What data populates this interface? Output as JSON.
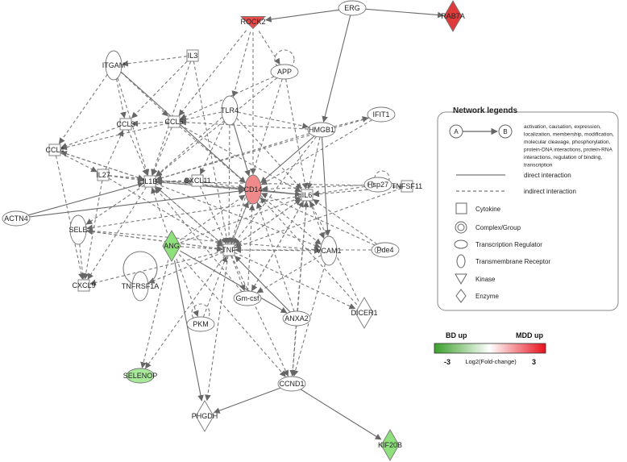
{
  "network": {
    "nodes": {
      "ERG": {
        "label": "ERG",
        "shape": "ellipse",
        "color": "#ffffff"
      },
      "ROCK2": {
        "label": "ROCK2",
        "shape": "triangle",
        "color": "#e84b4b"
      },
      "RAB7A": {
        "label": "RAB7A",
        "shape": "diamond",
        "color": "#e03a3a"
      },
      "ITGAM": {
        "label": "ITGAM",
        "shape": "vellipse",
        "color": "#ffffff"
      },
      "IL3": {
        "label": "IL3",
        "shape": "square",
        "color": "#ffffff"
      },
      "APP": {
        "label": "APP",
        "shape": "ellipse",
        "color": "#ffffff"
      },
      "CCL3": {
        "label": "CCL3",
        "shape": "square",
        "color": "#ffffff"
      },
      "CCL5": {
        "label": "CCL5",
        "shape": "square",
        "color": "#ffffff"
      },
      "TLR4": {
        "label": "TLR4",
        "shape": "vellipse",
        "color": "#ffffff"
      },
      "HMGB1": {
        "label": "HMGB1",
        "shape": "ellipse",
        "color": "#ffffff"
      },
      "IFIT1": {
        "label": "IFIT1",
        "shape": "ellipse",
        "color": "#ffffff"
      },
      "CCL4": {
        "label": "CCL4",
        "shape": "square",
        "color": "#ffffff"
      },
      "IL27": {
        "label": "IL27",
        "shape": "square",
        "color": "#ffffff"
      },
      "IL1B": {
        "label": "IL1B",
        "shape": "square",
        "color": "#ffffff"
      },
      "CXCL11": {
        "label": "CXCL11",
        "shape": "square",
        "color": "#ffffff"
      },
      "CD14": {
        "label": "CD14",
        "shape": "vellipse",
        "color": "#f08a8a"
      },
      "IL6": {
        "label": "IL6",
        "shape": "square",
        "color": "#ffffff"
      },
      "Hsp27": {
        "label": "Hsp27",
        "shape": "ellipse",
        "color": "#ffffff"
      },
      "TNFSF11": {
        "label": "TNFSF11",
        "shape": "square",
        "color": "#ffffff"
      },
      "ACTN4": {
        "label": "ACTN4",
        "shape": "ellipse",
        "color": "#ffffff"
      },
      "SELE": {
        "label": "SELE",
        "shape": "vellipse",
        "color": "#ffffff"
      },
      "ANG": {
        "label": "ANG",
        "shape": "diamond",
        "color": "#8ee07a"
      },
      "TNF": {
        "label": "TNF",
        "shape": "square",
        "color": "#ffffff"
      },
      "VCAM1": {
        "label": "VCAM1",
        "shape": "vellipse",
        "color": "#ffffff"
      },
      "Pde4": {
        "label": "Pde4",
        "shape": "ellipse",
        "color": "#ffffff"
      },
      "CXCL9": {
        "label": "CXCL9",
        "shape": "square",
        "color": "#ffffff"
      },
      "TNFRSF1A": {
        "label": "TNFRSF1A",
        "shape": "vellipse",
        "color": "#ffffff"
      },
      "Gm-csf": {
        "label": "Gm-csf",
        "shape": "ellipse",
        "color": "#ffffff"
      },
      "PKM": {
        "label": "PKM",
        "shape": "ellipse",
        "color": "#ffffff"
      },
      "ANXA2": {
        "label": "ANXA2",
        "shape": "ellipse",
        "color": "#ffffff"
      },
      "DICER1": {
        "label": "DICER1",
        "shape": "diamond",
        "color": "#ffffff"
      },
      "SELENOP": {
        "label": "SELENOP",
        "shape": "ellipse",
        "color": "#a8e89a"
      },
      "PHGDH": {
        "label": "PHGDH",
        "shape": "diamond",
        "color": "#ffffff"
      },
      "CCND1": {
        "label": "CCND1",
        "shape": "ellipse",
        "color": "#ffffff"
      },
      "KIF20B": {
        "label": "KIF20B",
        "shape": "diamond",
        "color": "#8ee07a"
      }
    },
    "edges": [
      {
        "from": "ERG",
        "to": "ROCK2",
        "type": "direct"
      },
      {
        "from": "ERG",
        "to": "RAB7A",
        "type": "direct"
      },
      {
        "from": "ERG",
        "to": "HMGB1",
        "type": "direct"
      },
      {
        "from": "ROCK2",
        "to": "APP",
        "type": "indirect"
      },
      {
        "from": "ROCK2",
        "to": "CCL5",
        "type": "indirect"
      },
      {
        "from": "ROCK2",
        "to": "TLR4",
        "type": "indirect"
      },
      {
        "from": "ROCK2",
        "to": "CD14",
        "type": "indirect"
      },
      {
        "from": "IL3",
        "to": "ITGAM",
        "type": "indirect"
      },
      {
        "from": "IL3",
        "to": "IL1B",
        "type": "indirect"
      },
      {
        "from": "IL3",
        "to": "TNF",
        "type": "indirect"
      },
      {
        "from": "IL3",
        "to": "CCL3",
        "type": "indirect"
      },
      {
        "from": "ITGAM",
        "to": "CCL4",
        "type": "indirect"
      },
      {
        "from": "ITGAM",
        "to": "CCL3",
        "type": "indirect"
      },
      {
        "from": "ITGAM",
        "to": "IL1B",
        "type": "indirect"
      },
      {
        "from": "ITGAM",
        "to": "CCL5",
        "type": "indirect"
      },
      {
        "from": "ITGAM",
        "to": "CD14",
        "type": "direct"
      },
      {
        "from": "APP",
        "to": "IL1B",
        "type": "indirect"
      },
      {
        "from": "APP",
        "to": "TNF",
        "type": "indirect"
      },
      {
        "from": "APP",
        "to": "CCL5",
        "type": "indirect"
      },
      {
        "from": "APP",
        "to": "IL6",
        "type": "indirect"
      },
      {
        "from": "TLR4",
        "to": "CCL5",
        "type": "indirect"
      },
      {
        "from": "TLR4",
        "to": "CD14",
        "type": "direct"
      },
      {
        "from": "TLR4",
        "to": "IL6",
        "type": "indirect"
      },
      {
        "from": "TLR4",
        "to": "IL1B",
        "type": "indirect"
      },
      {
        "from": "TLR4",
        "to": "TNF",
        "type": "indirect"
      },
      {
        "from": "TLR4",
        "to": "CXCL11",
        "type": "indirect"
      },
      {
        "from": "TLR4",
        "to": "HMGB1",
        "type": "indirect"
      },
      {
        "from": "HMGB1",
        "to": "CCL5",
        "type": "indirect"
      },
      {
        "from": "HMGB1",
        "to": "IL6",
        "type": "indirect"
      },
      {
        "from": "HMGB1",
        "to": "TNF",
        "type": "indirect"
      },
      {
        "from": "HMGB1",
        "to": "VCAM1",
        "type": "direct"
      },
      {
        "from": "HMGB1",
        "to": "CD14",
        "type": "direct"
      },
      {
        "from": "HMGB1",
        "to": "IL1B",
        "type": "indirect"
      },
      {
        "from": "HMGB1",
        "to": "IFIT1",
        "type": "indirect"
      },
      {
        "from": "IFIT1",
        "to": "IL1B",
        "type": "indirect"
      },
      {
        "from": "IFIT1",
        "to": "CD14",
        "type": "indirect"
      },
      {
        "from": "CCL3",
        "to": "CCL4",
        "type": "indirect"
      },
      {
        "from": "CCL3",
        "to": "IL1B",
        "type": "indirect"
      },
      {
        "from": "CCL5",
        "to": "CCL4",
        "type": "indirect"
      },
      {
        "from": "CCL5",
        "to": "CCL3",
        "type": "indirect"
      },
      {
        "from": "CCL5",
        "to": "IL1B",
        "type": "indirect"
      },
      {
        "from": "CCL5",
        "to": "CD14",
        "type": "indirect"
      },
      {
        "from": "CCL5",
        "to": "IL6",
        "type": "indirect"
      },
      {
        "from": "CCL4",
        "to": "IL27",
        "type": "indirect"
      },
      {
        "from": "CCL4",
        "to": "CXCL9",
        "type": "indirect"
      },
      {
        "from": "IL27",
        "to": "IL1B",
        "type": "indirect"
      },
      {
        "from": "IL27",
        "to": "TNF",
        "type": "indirect"
      },
      {
        "from": "IL27",
        "to": "CXCL9",
        "type": "indirect"
      },
      {
        "from": "IL27",
        "to": "CD14",
        "type": "indirect"
      },
      {
        "from": "IL27",
        "to": "IL6",
        "type": "indirect"
      },
      {
        "from": "IL27",
        "to": "CCL3",
        "type": "indirect"
      },
      {
        "from": "IL1B",
        "to": "CD14",
        "type": "indirect"
      },
      {
        "from": "IL1B",
        "to": "IL6",
        "type": "indirect"
      },
      {
        "from": "IL1B",
        "to": "TNF",
        "type": "indirect"
      },
      {
        "from": "IL1B",
        "to": "SELE",
        "type": "indirect"
      },
      {
        "from": "IL1B",
        "to": "CXCL9",
        "type": "indirect"
      },
      {
        "from": "IL1B",
        "to": "VCAM1",
        "type": "indirect"
      },
      {
        "from": "IL1B",
        "to": "CXCL11",
        "type": "indirect"
      },
      {
        "from": "IL1B",
        "to": "CCL4",
        "type": "indirect"
      },
      {
        "from": "CXCL11",
        "to": "CD14",
        "type": "indirect"
      },
      {
        "from": "CXCL11",
        "to": "TNF",
        "type": "indirect"
      },
      {
        "from": "CD14",
        "to": "IL6",
        "type": "direct"
      },
      {
        "from": "CD14",
        "to": "TNF",
        "type": "indirect"
      },
      {
        "from": "CD14",
        "to": "VCAM1",
        "type": "indirect"
      },
      {
        "from": "Hsp27",
        "to": "IL6",
        "type": "indirect"
      },
      {
        "from": "Hsp27",
        "to": "CD14",
        "type": "indirect"
      },
      {
        "from": "TNFSF11",
        "to": "IL6",
        "type": "indirect"
      },
      {
        "from": "TNFSF11",
        "to": "IL1B",
        "type": "indirect"
      },
      {
        "from": "TNFSF11",
        "to": "TNF",
        "type": "indirect"
      },
      {
        "from": "IL6",
        "to": "TNF",
        "type": "indirect"
      },
      {
        "from": "IL6",
        "to": "VCAM1",
        "type": "indirect"
      },
      {
        "from": "ACTN4",
        "to": "IL1B",
        "type": "direct"
      },
      {
        "from": "ACTN4",
        "to": "CD14",
        "type": "direct"
      },
      {
        "from": "SELE",
        "to": "CXCL9",
        "type": "indirect"
      },
      {
        "from": "SELE",
        "to": "TNF",
        "type": "indirect"
      },
      {
        "from": "SELE",
        "to": "VCAM1",
        "type": "indirect"
      },
      {
        "from": "ANG",
        "to": "TNF",
        "type": "indirect"
      },
      {
        "from": "ANG",
        "to": "IL6",
        "type": "indirect"
      },
      {
        "from": "ANG",
        "to": "SELENOP",
        "type": "indirect"
      },
      {
        "from": "ANG",
        "to": "PHGDH",
        "type": "direct"
      },
      {
        "from": "ANG",
        "to": "PKM",
        "type": "indirect"
      },
      {
        "from": "ANG",
        "to": "ANXA2",
        "type": "direct"
      },
      {
        "from": "ANG",
        "to": "CCND1",
        "type": "indirect"
      },
      {
        "from": "ANG",
        "to": "IL1B",
        "type": "indirect"
      },
      {
        "from": "ANG",
        "to": "CD14",
        "type": "indirect"
      },
      {
        "from": "TNF",
        "to": "VCAM1",
        "type": "indirect"
      },
      {
        "from": "TNF",
        "to": "CXCL9",
        "type": "indirect"
      },
      {
        "from": "TNF",
        "to": "TNFRSF1A",
        "type": "indirect"
      },
      {
        "from": "TNF",
        "to": "SELE",
        "type": "indirect"
      },
      {
        "from": "TNF",
        "to": "Gm-csf",
        "type": "indirect"
      },
      {
        "from": "TNF",
        "to": "IL1B",
        "type": "indirect"
      },
      {
        "from": "TNF",
        "to": "IL6",
        "type": "indirect"
      },
      {
        "from": "TNF",
        "to": "CD14",
        "type": "indirect"
      },
      {
        "from": "TNF",
        "to": "DICER1",
        "type": "indirect"
      },
      {
        "from": "TNF",
        "to": "CCND1",
        "type": "indirect"
      },
      {
        "from": "TNF",
        "to": "SELENOP",
        "type": "indirect"
      },
      {
        "from": "TNF",
        "to": "PHGDH",
        "type": "indirect"
      },
      {
        "from": "VCAM1",
        "to": "CCND1",
        "type": "indirect"
      },
      {
        "from": "VCAM1",
        "to": "Gm-csf",
        "type": "indirect"
      },
      {
        "from": "Pde4",
        "to": "TNF",
        "type": "indirect"
      },
      {
        "from": "Pde4",
        "to": "IL6",
        "type": "indirect"
      },
      {
        "from": "Pde4",
        "to": "CD14",
        "type": "indirect"
      },
      {
        "from": "Gm-csf",
        "to": "IL6",
        "type": "indirect"
      },
      {
        "from": "Gm-csf",
        "to": "CD14",
        "type": "indirect"
      },
      {
        "from": "Gm-csf",
        "to": "IL1B",
        "type": "indirect"
      },
      {
        "from": "ANXA2",
        "to": "IL6",
        "type": "indirect"
      },
      {
        "from": "ANXA2",
        "to": "CCND1",
        "type": "indirect"
      },
      {
        "from": "ANXA2",
        "to": "TNF",
        "type": "direct"
      },
      {
        "from": "ANXA2",
        "to": "CD14",
        "type": "indirect"
      },
      {
        "from": "DICER1",
        "to": "CD14",
        "type": "indirect"
      },
      {
        "from": "DICER1",
        "to": "IL6",
        "type": "indirect"
      },
      {
        "from": "PKM",
        "to": "TNF",
        "type": "indirect"
      },
      {
        "from": "CCND1",
        "to": "KIF20B",
        "type": "direct"
      },
      {
        "from": "CCND1",
        "to": "PHGDH",
        "type": "direct"
      },
      {
        "from": "IL6",
        "to": "CCND1",
        "type": "indirect"
      },
      {
        "from": "IL6",
        "to": "SELE",
        "type": "indirect"
      },
      {
        "from": "IL6",
        "to": "Gm-csf",
        "type": "indirect"
      },
      {
        "from": "IL6",
        "to": "IL1B",
        "type": "indirect"
      },
      {
        "from": "CCL4",
        "to": "IL1B",
        "type": "indirect"
      }
    ],
    "self_loops": [
      "APP",
      "Hsp27",
      "TNFRSF1A",
      "PKM"
    ]
  },
  "legend": {
    "title": "Network legends",
    "arrow_from": "A",
    "arrow_to": "B",
    "relation_text": [
      "activation, causation, expression,",
      "localization, membership, modification,",
      "molecular cleavage, phosphorylation,",
      "protein-DNA interactions, protein-RNA",
      "interactions, regulation of binding,",
      "transcription"
    ],
    "direct_label": "direct interaction",
    "indirect_label": "indirect interaction",
    "shapes": {
      "cytokine": "Cytokine",
      "complex": "Complex/Group",
      "tr": "Transcription Regulator",
      "tm": "Transmembrane Receptor",
      "kinase": "Kinase",
      "enzyme": "Enzyme"
    }
  },
  "scale": {
    "left_title": "BD up",
    "right_title": "MDD up",
    "min": "-3",
    "max": "3",
    "label": "Log2(Fold-change)",
    "low_color": "#3aa02a",
    "high_color": "#e8101a"
  }
}
